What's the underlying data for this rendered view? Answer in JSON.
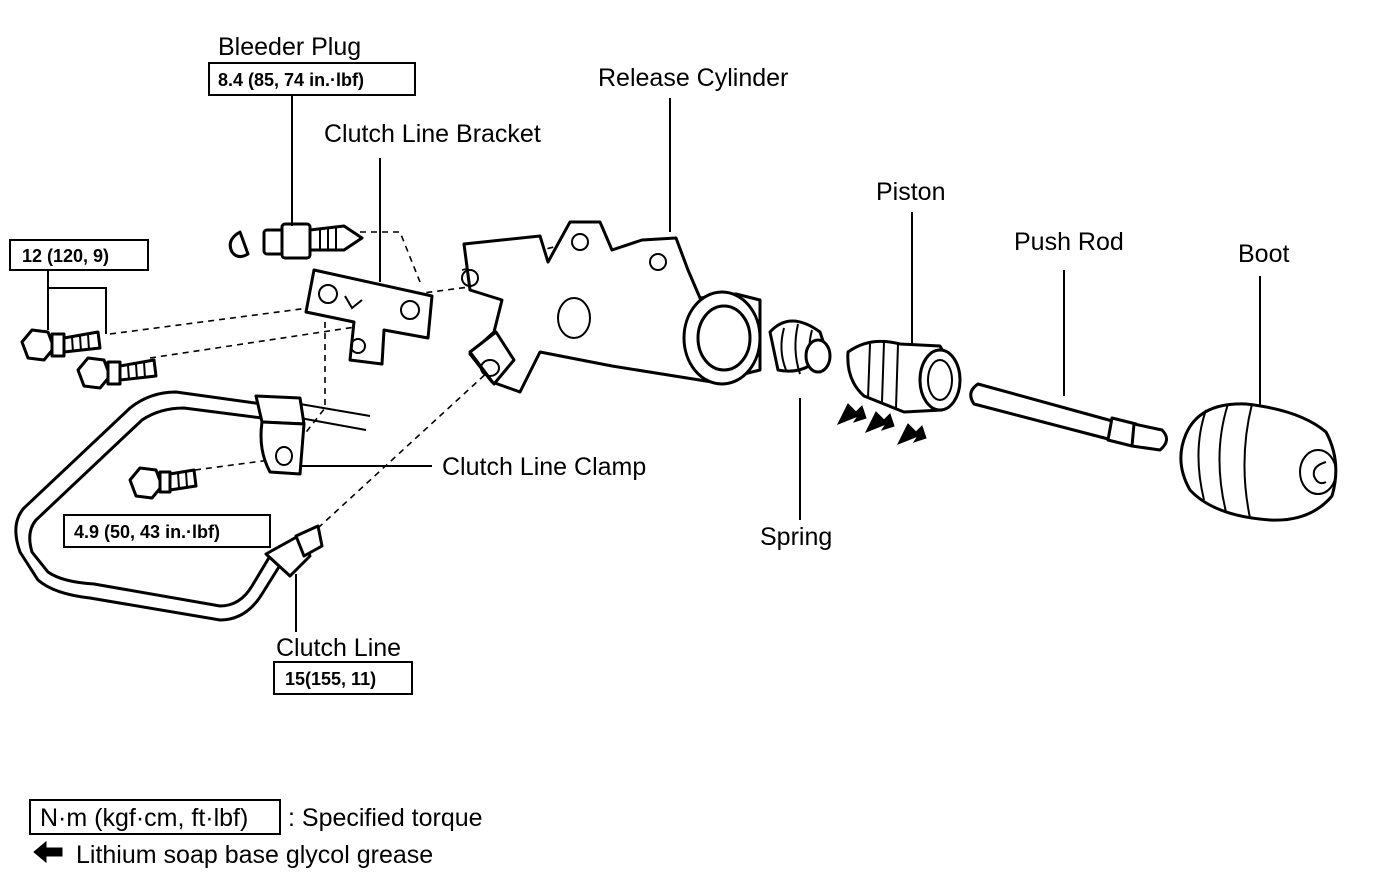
{
  "labels": {
    "bleeder_plug": "Bleeder Plug",
    "release_cylinder": "Release Cylinder",
    "clutch_line_bracket": "Clutch Line Bracket",
    "piston": "Piston",
    "push_rod": "Push Rod",
    "boot": "Boot",
    "clutch_line_clamp": "Clutch Line Clamp",
    "spring": "Spring",
    "clutch_line": "Clutch Line"
  },
  "torques": {
    "bleeder_plug": "8.4 (85, 74 in.·lbf)",
    "bracket_bolts": "12 (120, 9)",
    "clamp_bolt": "4.9 (50, 43 in.·lbf)",
    "clutch_line": "15(155, 11)"
  },
  "legend": {
    "torque_units": "N·m (kgf·cm, ft·lbf)",
    "torque_desc": ": Specified torque",
    "grease_desc": "Lithium soap base glycol grease"
  },
  "icons": [
    "grease-arrow-icon"
  ]
}
